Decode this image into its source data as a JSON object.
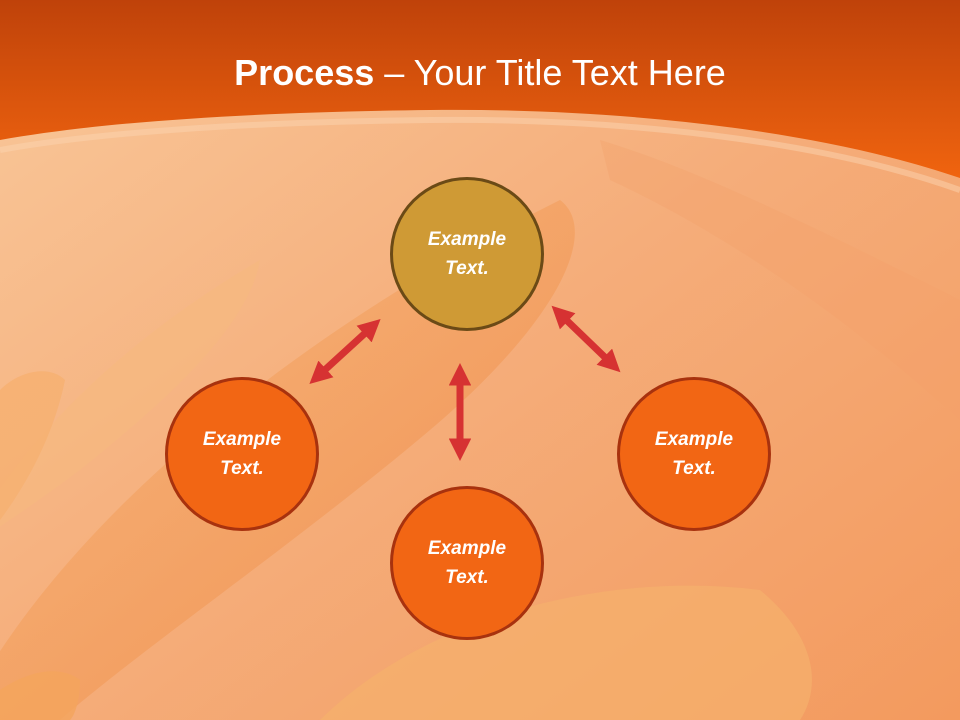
{
  "slide": {
    "title_bold": "Process",
    "title_rest": " – Your Title Text Here"
  },
  "colors": {
    "header": "#f0640f",
    "center_node": "#cf9a35",
    "leaf_node": "#f26614",
    "arrow": "#d63232"
  },
  "diagram": {
    "nodes": [
      {
        "id": "top",
        "label": "Example\nText."
      },
      {
        "id": "left",
        "label": "Example\nText."
      },
      {
        "id": "bottom",
        "label": "Example\nText."
      },
      {
        "id": "right",
        "label": "Example\nText."
      }
    ],
    "connections": [
      {
        "from": "top",
        "to": "left",
        "direction": "both"
      },
      {
        "from": "top",
        "to": "bottom",
        "direction": "both"
      },
      {
        "from": "top",
        "to": "right",
        "direction": "both"
      }
    ]
  }
}
